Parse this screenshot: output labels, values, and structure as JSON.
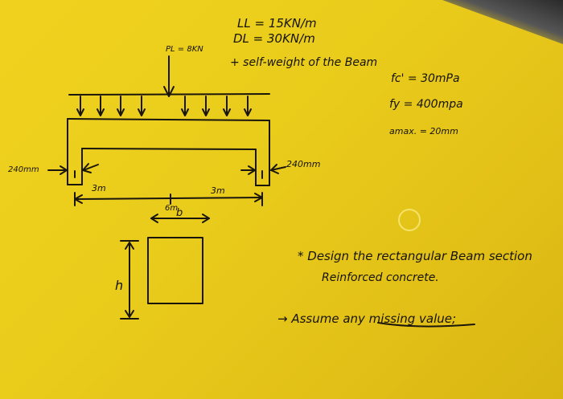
{
  "loads": {
    "live_load": "LL = 15KN/m",
    "dead_load": "DL = 30KN/m",
    "self_weight": "+ self-weight of the Beam",
    "point_load": "PL = 8KN"
  },
  "materials": {
    "fc": "fc' = 30mPa",
    "fy": "fy = 400mpa",
    "amax": "amax. = 20mm"
  },
  "dimensions": {
    "support_left": "240mm",
    "support_right": "240mm",
    "half_span_left": "3m",
    "half_span_right": "3m",
    "total_span": "6m",
    "width": "b",
    "height": "h"
  },
  "instructions": {
    "line1": "* Design the rectangular Beam section",
    "line2": "Reinforced concrete.",
    "line3": "→ Assume any missing value;"
  }
}
